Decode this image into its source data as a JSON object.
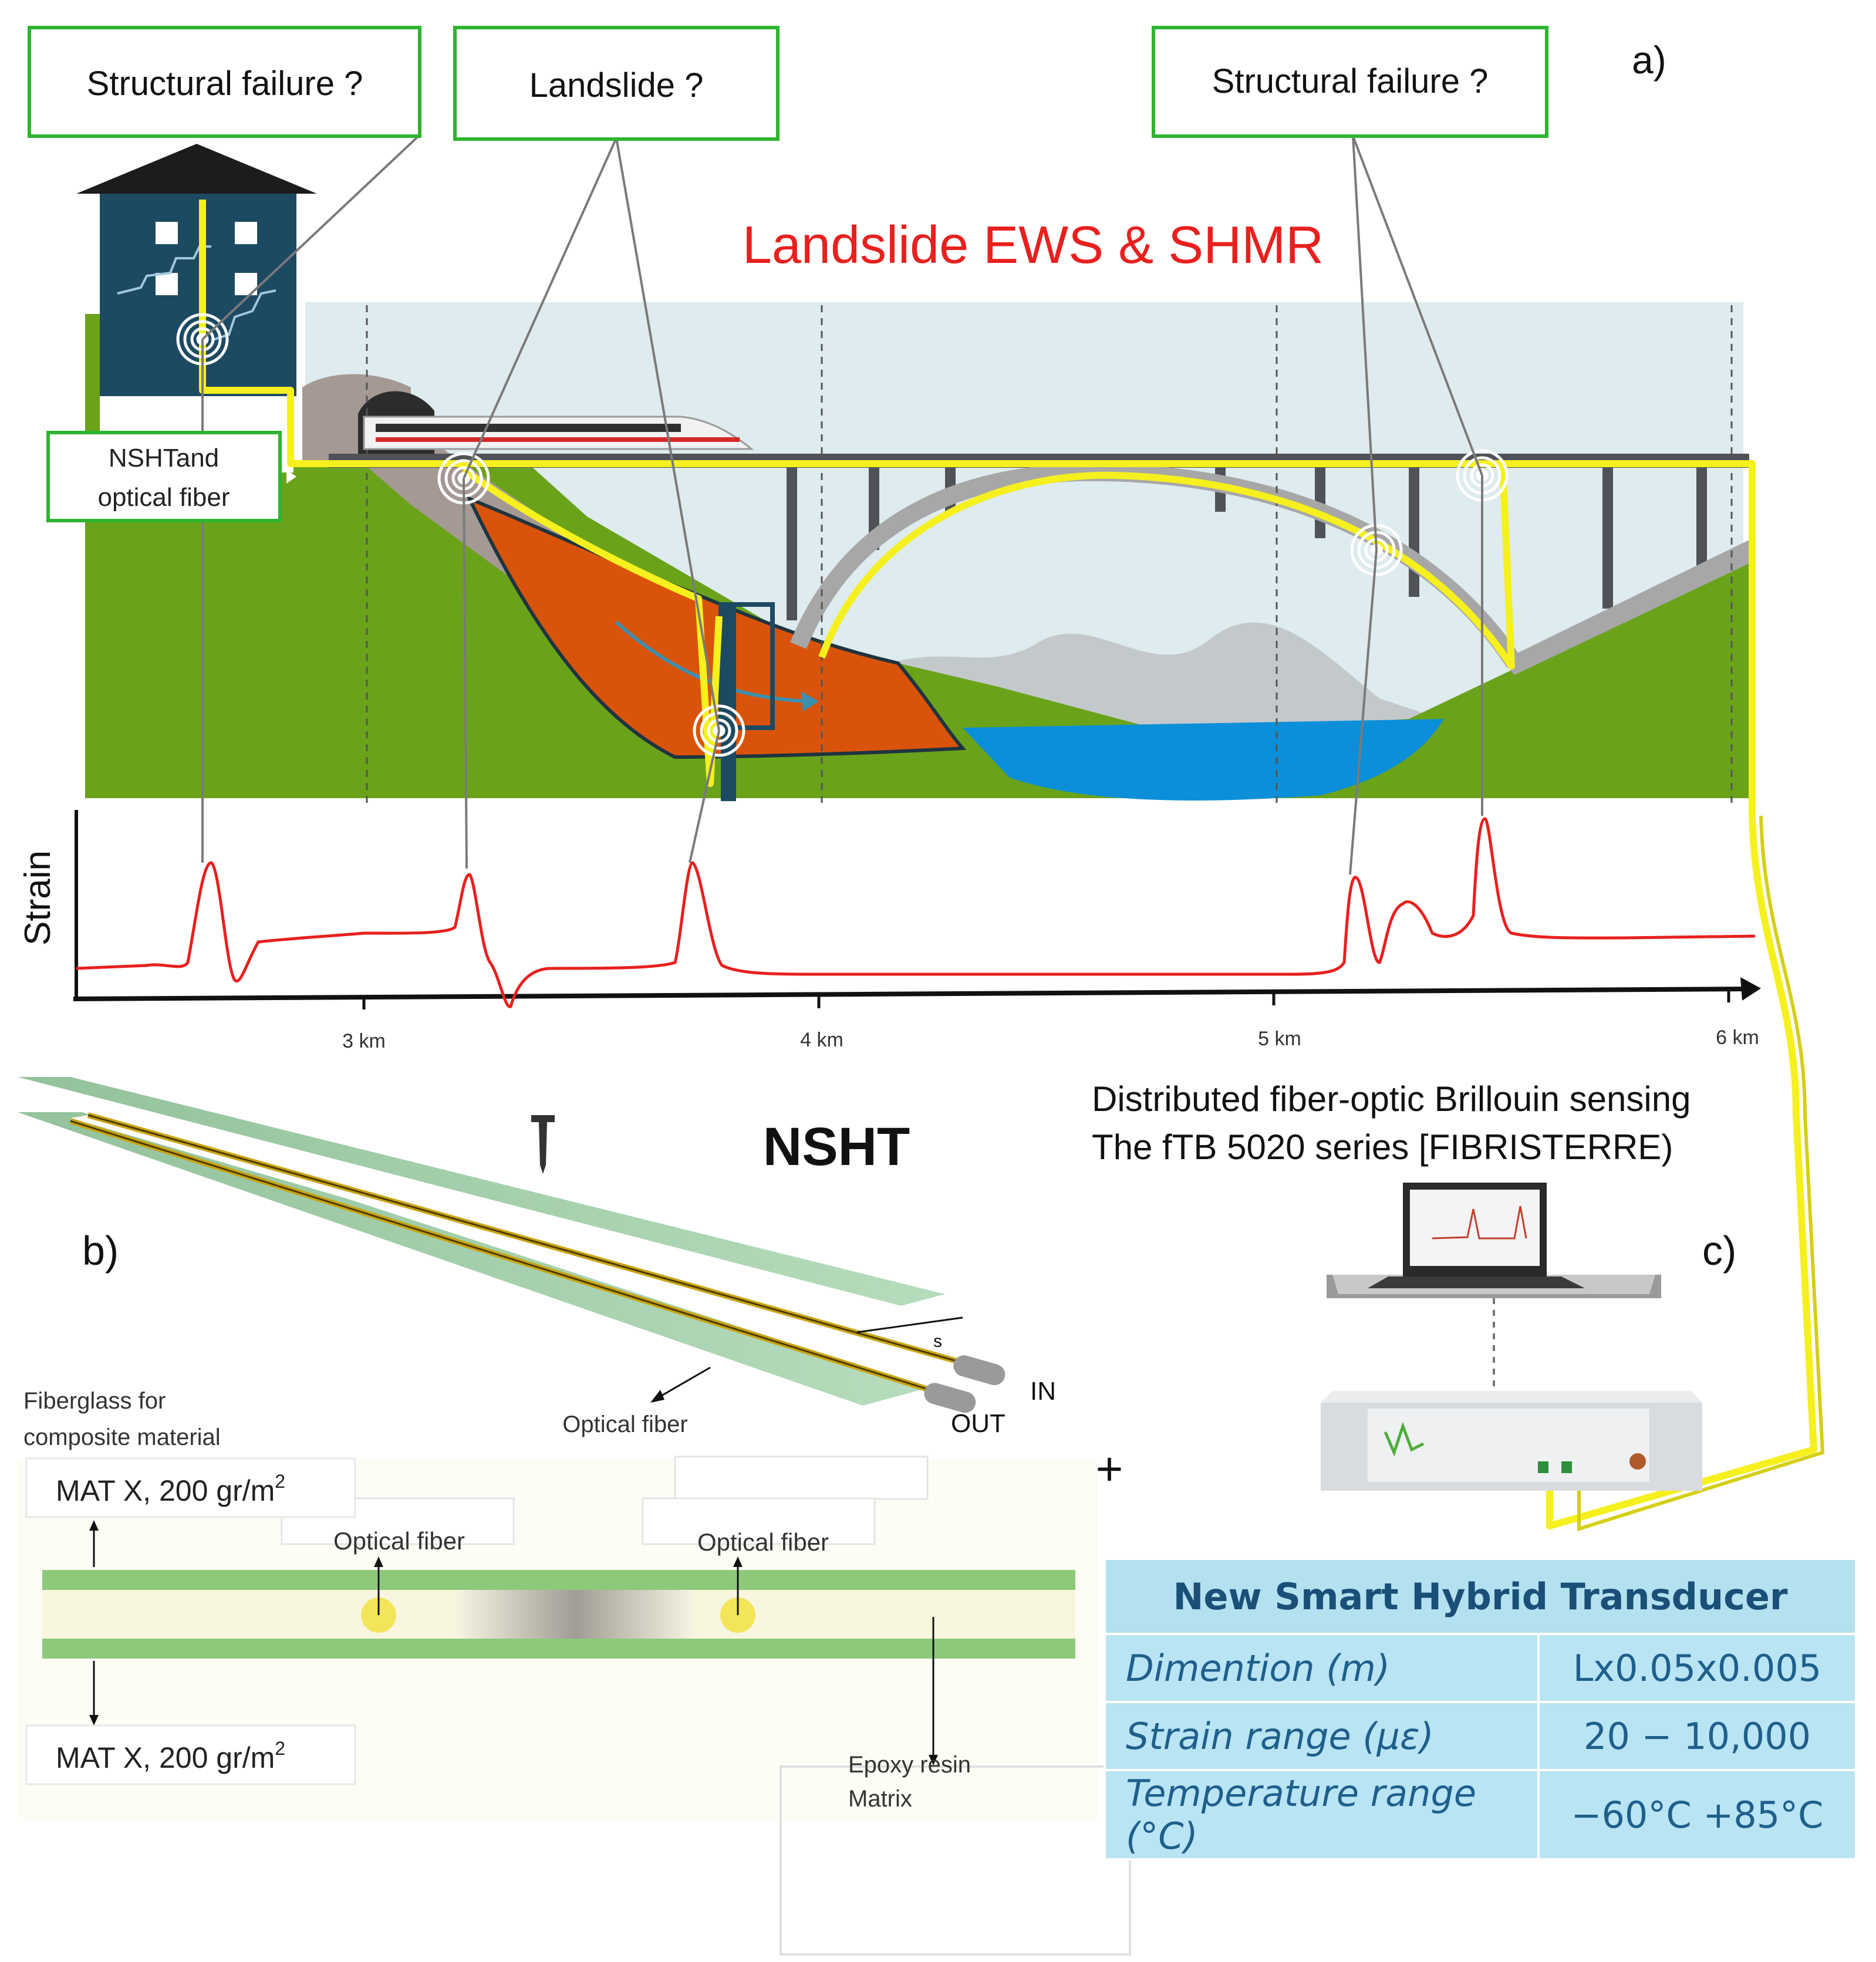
{
  "panel_a": {
    "label": "a)",
    "title": "Landslide EWS & SHMR",
    "callouts": [
      "Structural failure ?",
      "Landslide ?",
      "Structural failure ?"
    ],
    "fiber_label": [
      "NSHTand",
      "optical fiber"
    ],
    "strain_axis_label": "Strain",
    "km_ticks": [
      "3 km",
      "4 km",
      "5 km",
      "6 km"
    ]
  },
  "panel_b": {
    "label": "b)",
    "title": "NSHT",
    "spacing_label": "s",
    "in_label": "IN",
    "out_label": "OUT",
    "optical_fiber_label": "Optical fiber",
    "fiberglass_label": [
      "Fiberglass for",
      "composite material"
    ],
    "mat_label": "MAT X, 200 gr/m",
    "mat_sup": "2",
    "cross_fiber_left": "Optical fiber",
    "cross_fiber_right": "Optical fiber",
    "epoxy_label": [
      "Epoxy resin",
      "Matrix"
    ]
  },
  "panel_c": {
    "label": "c)",
    "heading": [
      "Distributed fiber-optic Brillouin sensing",
      "The fTB 5020 series [FIBRISTERRE)"
    ],
    "plus": "+"
  },
  "transducer_table": {
    "title": "New Smart Hybrid Transducer",
    "rows": [
      {
        "param": "Dimention (m)",
        "value": "Lx0.05x0.005"
      },
      {
        "param": "Strain range (με)",
        "value": "20 − 10,000"
      },
      {
        "param": "Temperature range (°C)",
        "value": "−60°C  +85°C"
      }
    ]
  },
  "colors": {
    "callout_border": "#2db52d",
    "title_red": "#e8201e",
    "fiber_yellow": "#f5f01e",
    "ground_green": "#6aa31a",
    "landslide_orange": "#d9540a",
    "water_blue": "#0b8fd9",
    "strain_red": "#e8201e",
    "table_bg": "#b9e4f3"
  }
}
